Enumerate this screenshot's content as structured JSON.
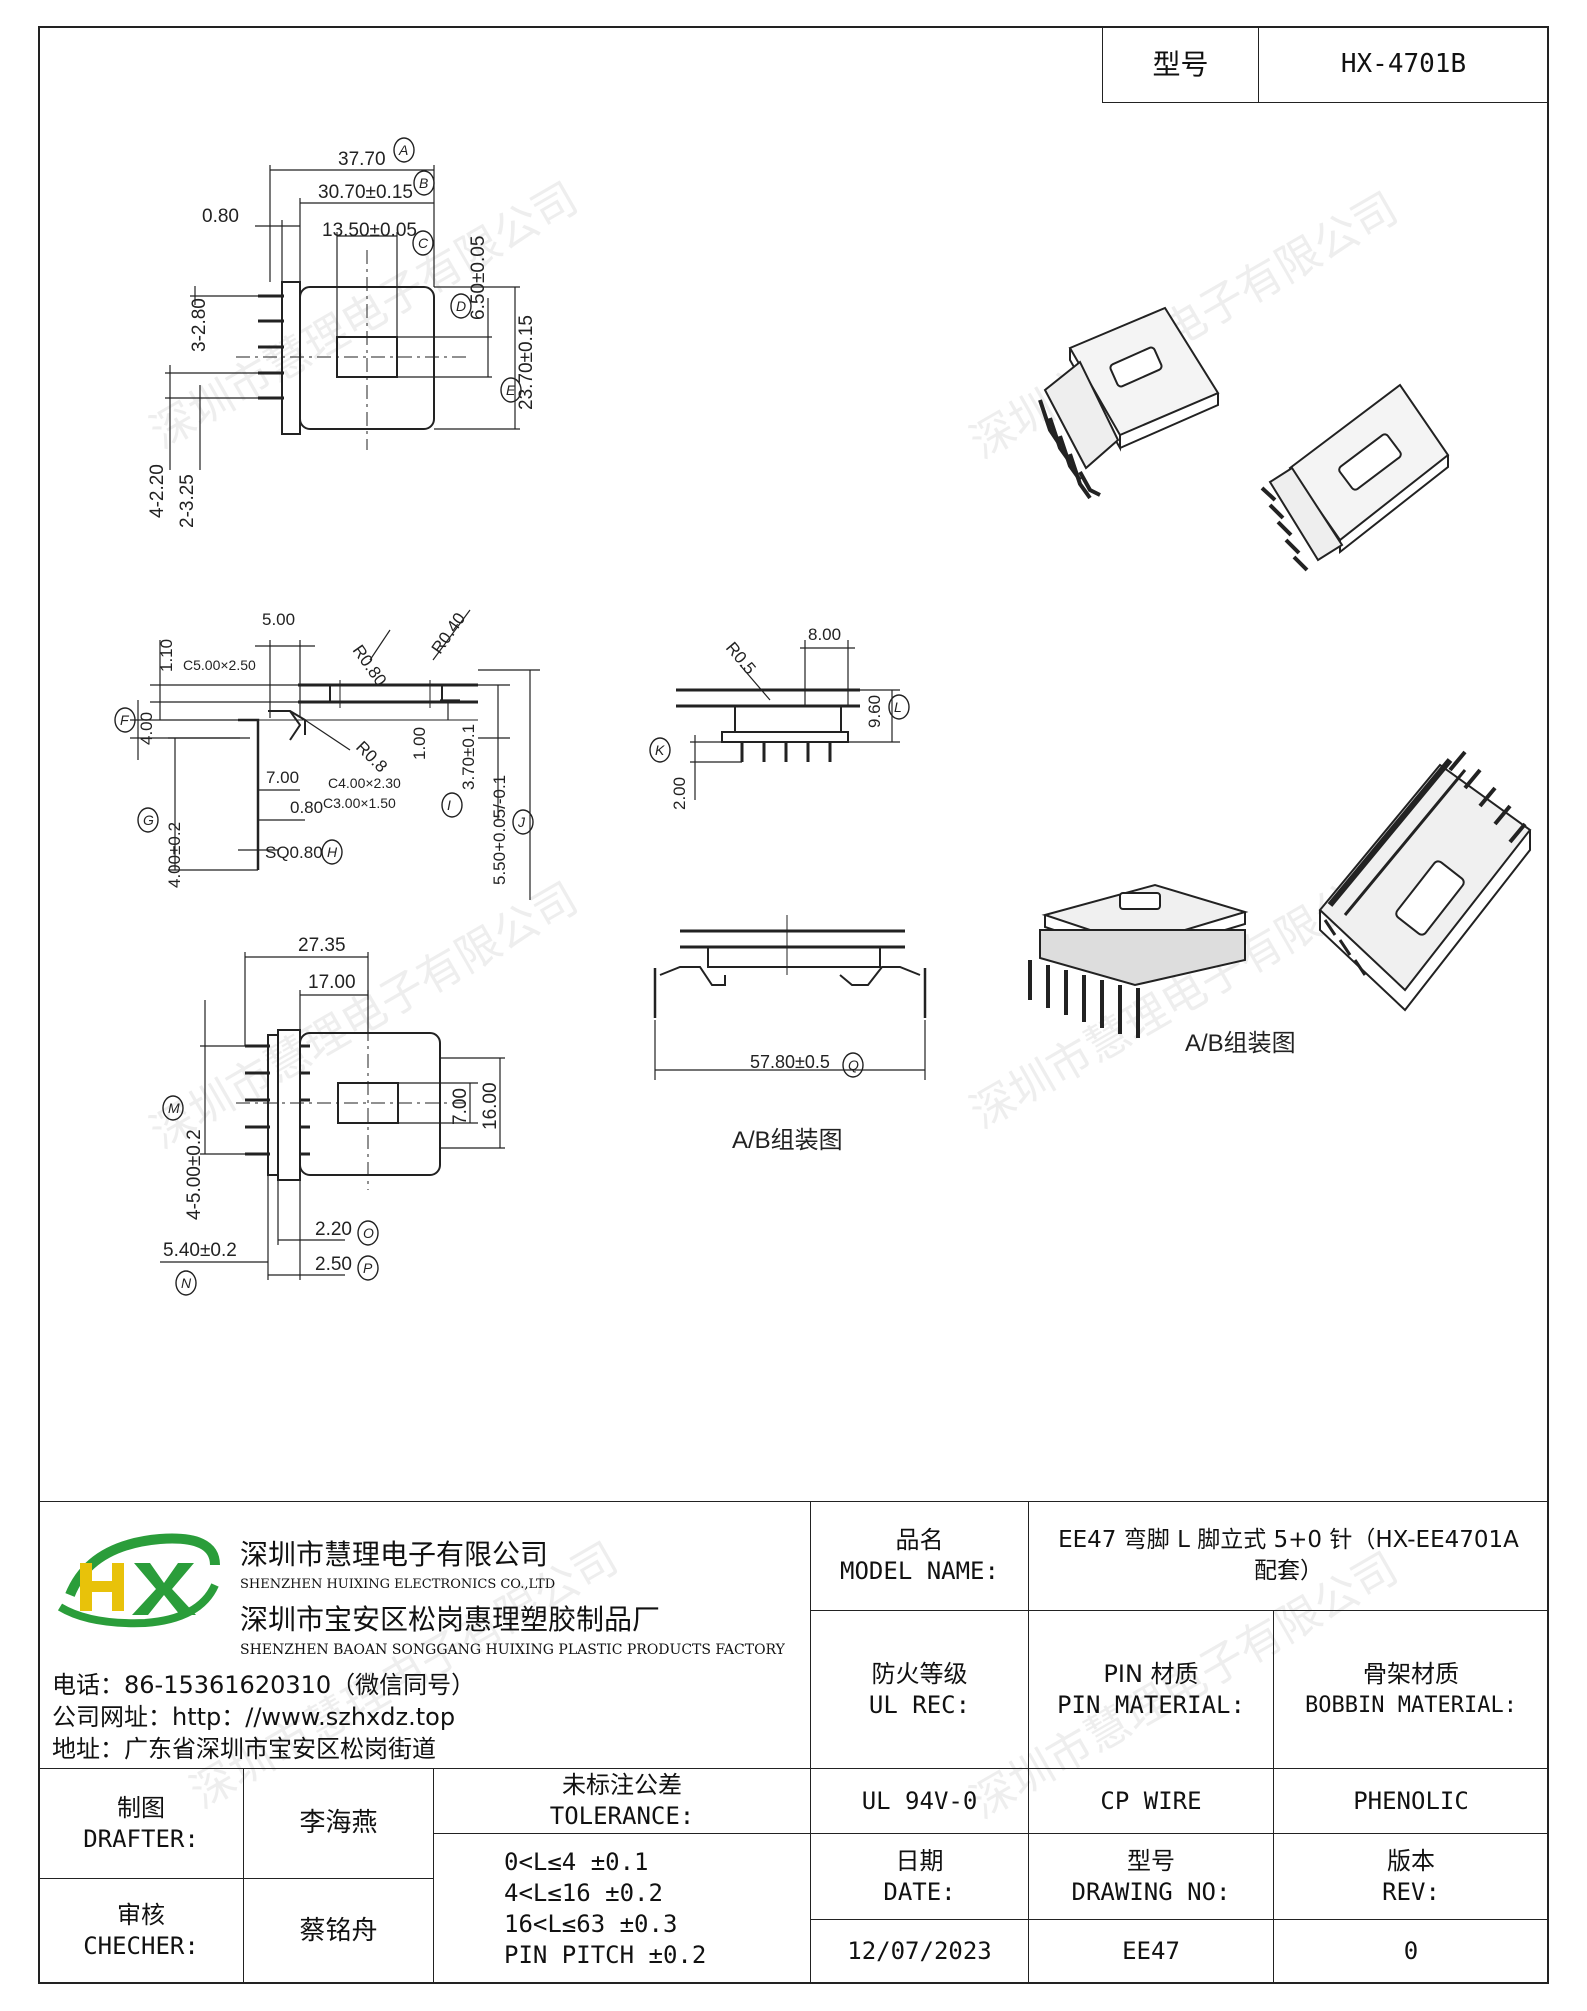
{
  "header": {
    "model_label": "型号",
    "model_value": "HX-4701B"
  },
  "drawing": {
    "top_view": {
      "dims": [
        "37.70",
        "30.70±0.15",
        "13.50±0.05",
        "0.80",
        "6.50±0.05",
        "23.70±0.15",
        "3-2.80",
        "4-2.20",
        "2-3.25"
      ],
      "callouts": [
        "A",
        "B",
        "C",
        "D",
        "E"
      ]
    },
    "side_view": {
      "dims": [
        "5.00",
        "R0.80",
        "R0.40",
        "1.10",
        "C5.00×2.50",
        "4.00",
        "R0.8",
        "1.00",
        "7.00",
        "C4.00×2.30",
        "0.80",
        "C3.00×1.50",
        "4.00±0.2",
        "SQ0.80",
        "3.70±0.1",
        "5.50+0.05/-0.1"
      ],
      "callouts": [
        "F",
        "G",
        "H",
        "I",
        "J"
      ]
    },
    "end_view": {
      "dims": [
        "R0.5",
        "8.00",
        "9.60",
        "2.00"
      ],
      "callouts": [
        "K",
        "L"
      ]
    },
    "assembly_side": {
      "dim": "57.80±0.5",
      "callout": "Q",
      "caption": "A/B组装图"
    },
    "bottom_view": {
      "dims": [
        "27.35",
        "17.00",
        "7.00",
        "16.00",
        "4-5.00±0.2",
        "2.20",
        "2.50",
        "5.40±0.2"
      ],
      "callouts": [
        "M",
        "N",
        "O",
        "P"
      ]
    },
    "iso_caption": "A/B组装图"
  },
  "company": {
    "logo_text": "HX",
    "name_cn": "深圳市慧理电子有限公司",
    "name_en": "SHENZHEN HUIXING ELECTRONICS CO.,LTD",
    "factory_cn": "深圳市宝安区松岗惠理塑胶制品厂",
    "factory_en": "SHENZHEN BAOAN SONGGANG HUIXING PLASTIC PRODUCTS FACTORY",
    "phone": "电话：86-15361620310（微信同号）",
    "website": "公司网址：http：//www.szhxdz.top",
    "address": "地址：广东省深圳市宝安区松岗街道",
    "watermark": "深圳市慧理电子有限公司"
  },
  "title_block": {
    "model_name_cn": "品名",
    "model_name_en": "MODEL NAME:",
    "model_name_value_1": "EE47 弯脚 L 脚立式 5+0 针（HX-EE4701A",
    "model_name_value_2": "配套）",
    "ul_cn": "防火等级",
    "ul_en": "UL REC:",
    "pin_cn": "PIN 材质",
    "pin_en": "PIN MATERIAL:",
    "bobbin_cn": "骨架材质",
    "bobbin_en": "BOBBIN MATERIAL:",
    "ul_value": "UL 94V-0",
    "pin_value": "CP WIRE",
    "bobbin_value": "PHENOLIC",
    "drafter_cn": "制图",
    "drafter_en": "DRAFTER:",
    "drafter_name": "李海燕",
    "checker_cn": "审核",
    "checker_en": "CHECHER:",
    "checker_name": "蔡铭舟",
    "tolerance_cn": "未标注公差",
    "tolerance_en": "TOLERANCE:",
    "tolerance_lines": [
      "0<L≤4  ±0.1",
      "4<L≤16 ±0.2",
      "16<L≤63 ±0.3",
      "PIN PITCH ±0.2"
    ],
    "date_cn": "日期",
    "date_en": "DATE:",
    "drawing_no_cn": "型号",
    "drawing_no_en": "DRAWING NO:",
    "rev_cn": "版本",
    "rev_en": "REV:",
    "date_value": "12/07/2023",
    "drawing_no_value": "EE47",
    "rev_value": "0"
  }
}
